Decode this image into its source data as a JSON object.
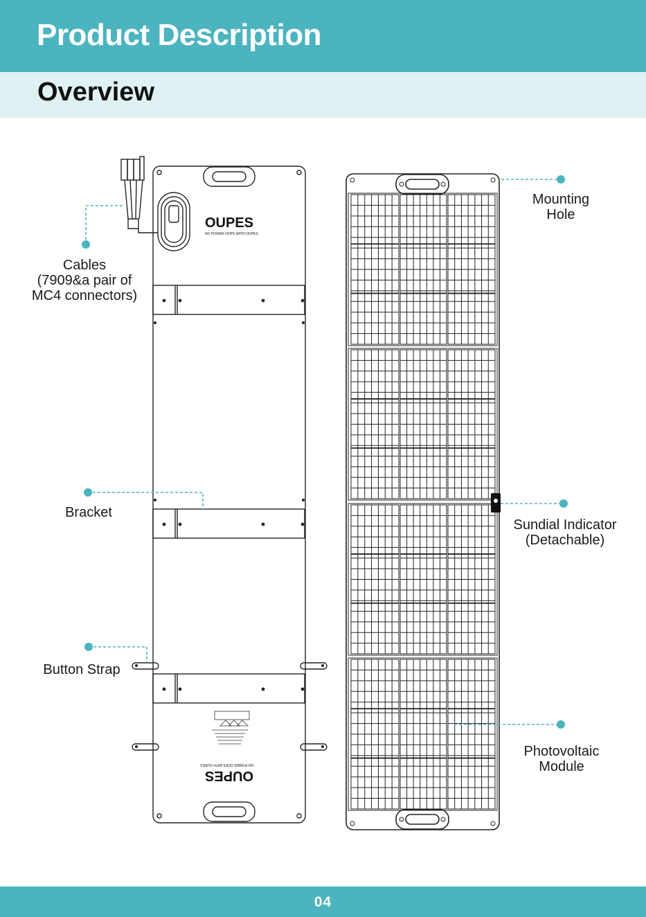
{
  "header": {
    "title": "Product Description"
  },
  "section": {
    "title": "Overview"
  },
  "callouts": {
    "cables": [
      "Cables",
      "(7909&a pair of",
      "MC4 connectors)"
    ],
    "bracket": "Bracket",
    "button_strap": "Button Strap",
    "mounting_hole": [
      "Mounting",
      "Hole"
    ],
    "sundial": [
      "Sundial Indicator",
      "(Detachable)"
    ],
    "pv_module": [
      "Photovoltaic",
      "Module"
    ]
  },
  "product": {
    "brand": "OUPES",
    "tagline": "NO POWER OOPS WITH OUPES"
  },
  "colors": {
    "accent": "#4bb4bf",
    "accent_light": "#dff1f3",
    "line": "#222222"
  },
  "footer": {
    "page_number": "04"
  }
}
